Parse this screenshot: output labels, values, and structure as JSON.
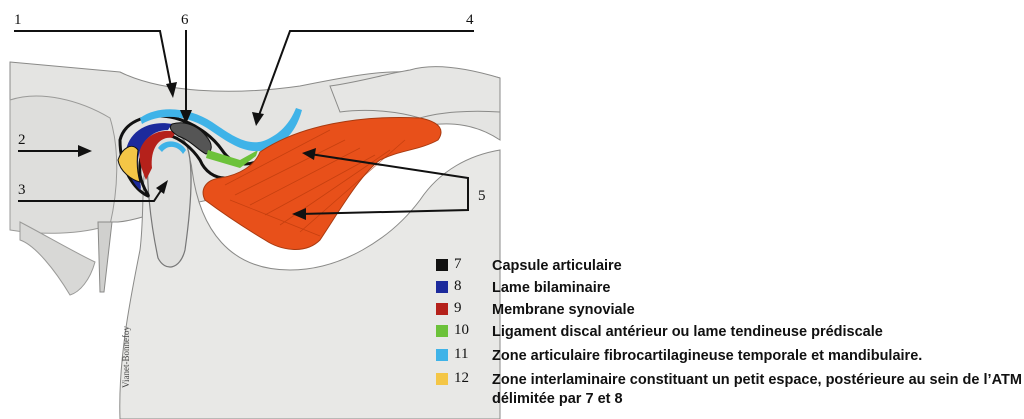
{
  "callouts": [
    "1",
    "2",
    "3",
    "4",
    "5",
    "6"
  ],
  "credit": "Vianet-Bonnefoy",
  "legend": [
    {
      "number": "7",
      "color": "#111111",
      "text": "Capsule articulaire"
    },
    {
      "number": "8",
      "color": "#1c2a9c",
      "text": "Lame bilaminaire"
    },
    {
      "number": "9",
      "color": "#b5211b",
      "text": "Membrane synoviale"
    },
    {
      "number": "10",
      "color": "#6cc23a",
      "text": "Ligament discal antérieur ou lame tendineuse prédiscale"
    },
    {
      "number": "11",
      "color": "#3fb3e8",
      "text": "Zone articulaire fibrocartilagineuse temporale et mandibulaire."
    },
    {
      "number": "12",
      "color": "#f4c646",
      "text": "Zone interlaminaire constituant un petit espace, postérieure au sein de l’ATM délimitée par 7 et 8"
    }
  ]
}
